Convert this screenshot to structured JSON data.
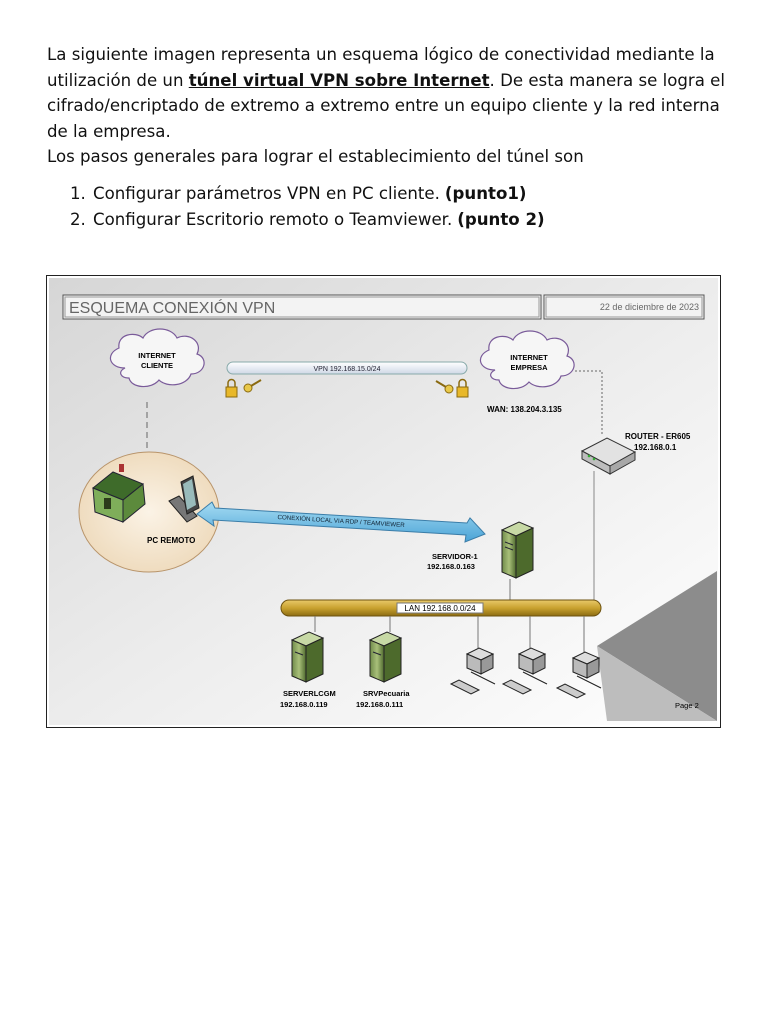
{
  "intro": {
    "text_before": "La siguiente imagen representa un esquema lógico de conectividad mediante la utilización de un ",
    "link": "túnel virtual VPN sobre Internet",
    "text_after": ". De esta manera se logra el cifrado/encriptado de extremo a extremo entre un equipo cliente y la red interna de la empresa.",
    "line2": "Los pasos generales para lograr el establecimiento del túnel son"
  },
  "steps": [
    {
      "num": "1.",
      "text": "Configurar parámetros VPN en PC cliente.",
      "bold": "(punto1)"
    },
    {
      "num": "2.",
      "text": "Configurar Escritorio remoto o Teamviewer.",
      "bold": "(punto 2)"
    }
  ],
  "diagram": {
    "title": "ESQUEMA CONEXIÓN VPN",
    "date": "22 de diciembre de 2023",
    "cloud_client": [
      "INTERNET",
      "CLIENTE"
    ],
    "cloud_company": [
      "INTERNET",
      "EMPRESA"
    ],
    "vpn_label": "VPN 192.168.15.0/24",
    "wan_label": "WAN: 138.204.3.135",
    "router": [
      "ROUTER - ER605",
      "192.168.0.1"
    ],
    "pc_remote": "PC REMOTO",
    "rdp_label": "CONEXIÓN LOCAL VIA RDP / TEAMVIEWER",
    "server1": [
      "SERVIDOR-1",
      "192.168.0.163"
    ],
    "lan_label": "LAN 192.168.0.0/24",
    "server_lcgm": [
      "SERVERLCGM",
      "192.168.0.119"
    ],
    "server_pecuaria": [
      "SRVPecuaria",
      "192.168.0.111"
    ],
    "page": "Page 2"
  }
}
